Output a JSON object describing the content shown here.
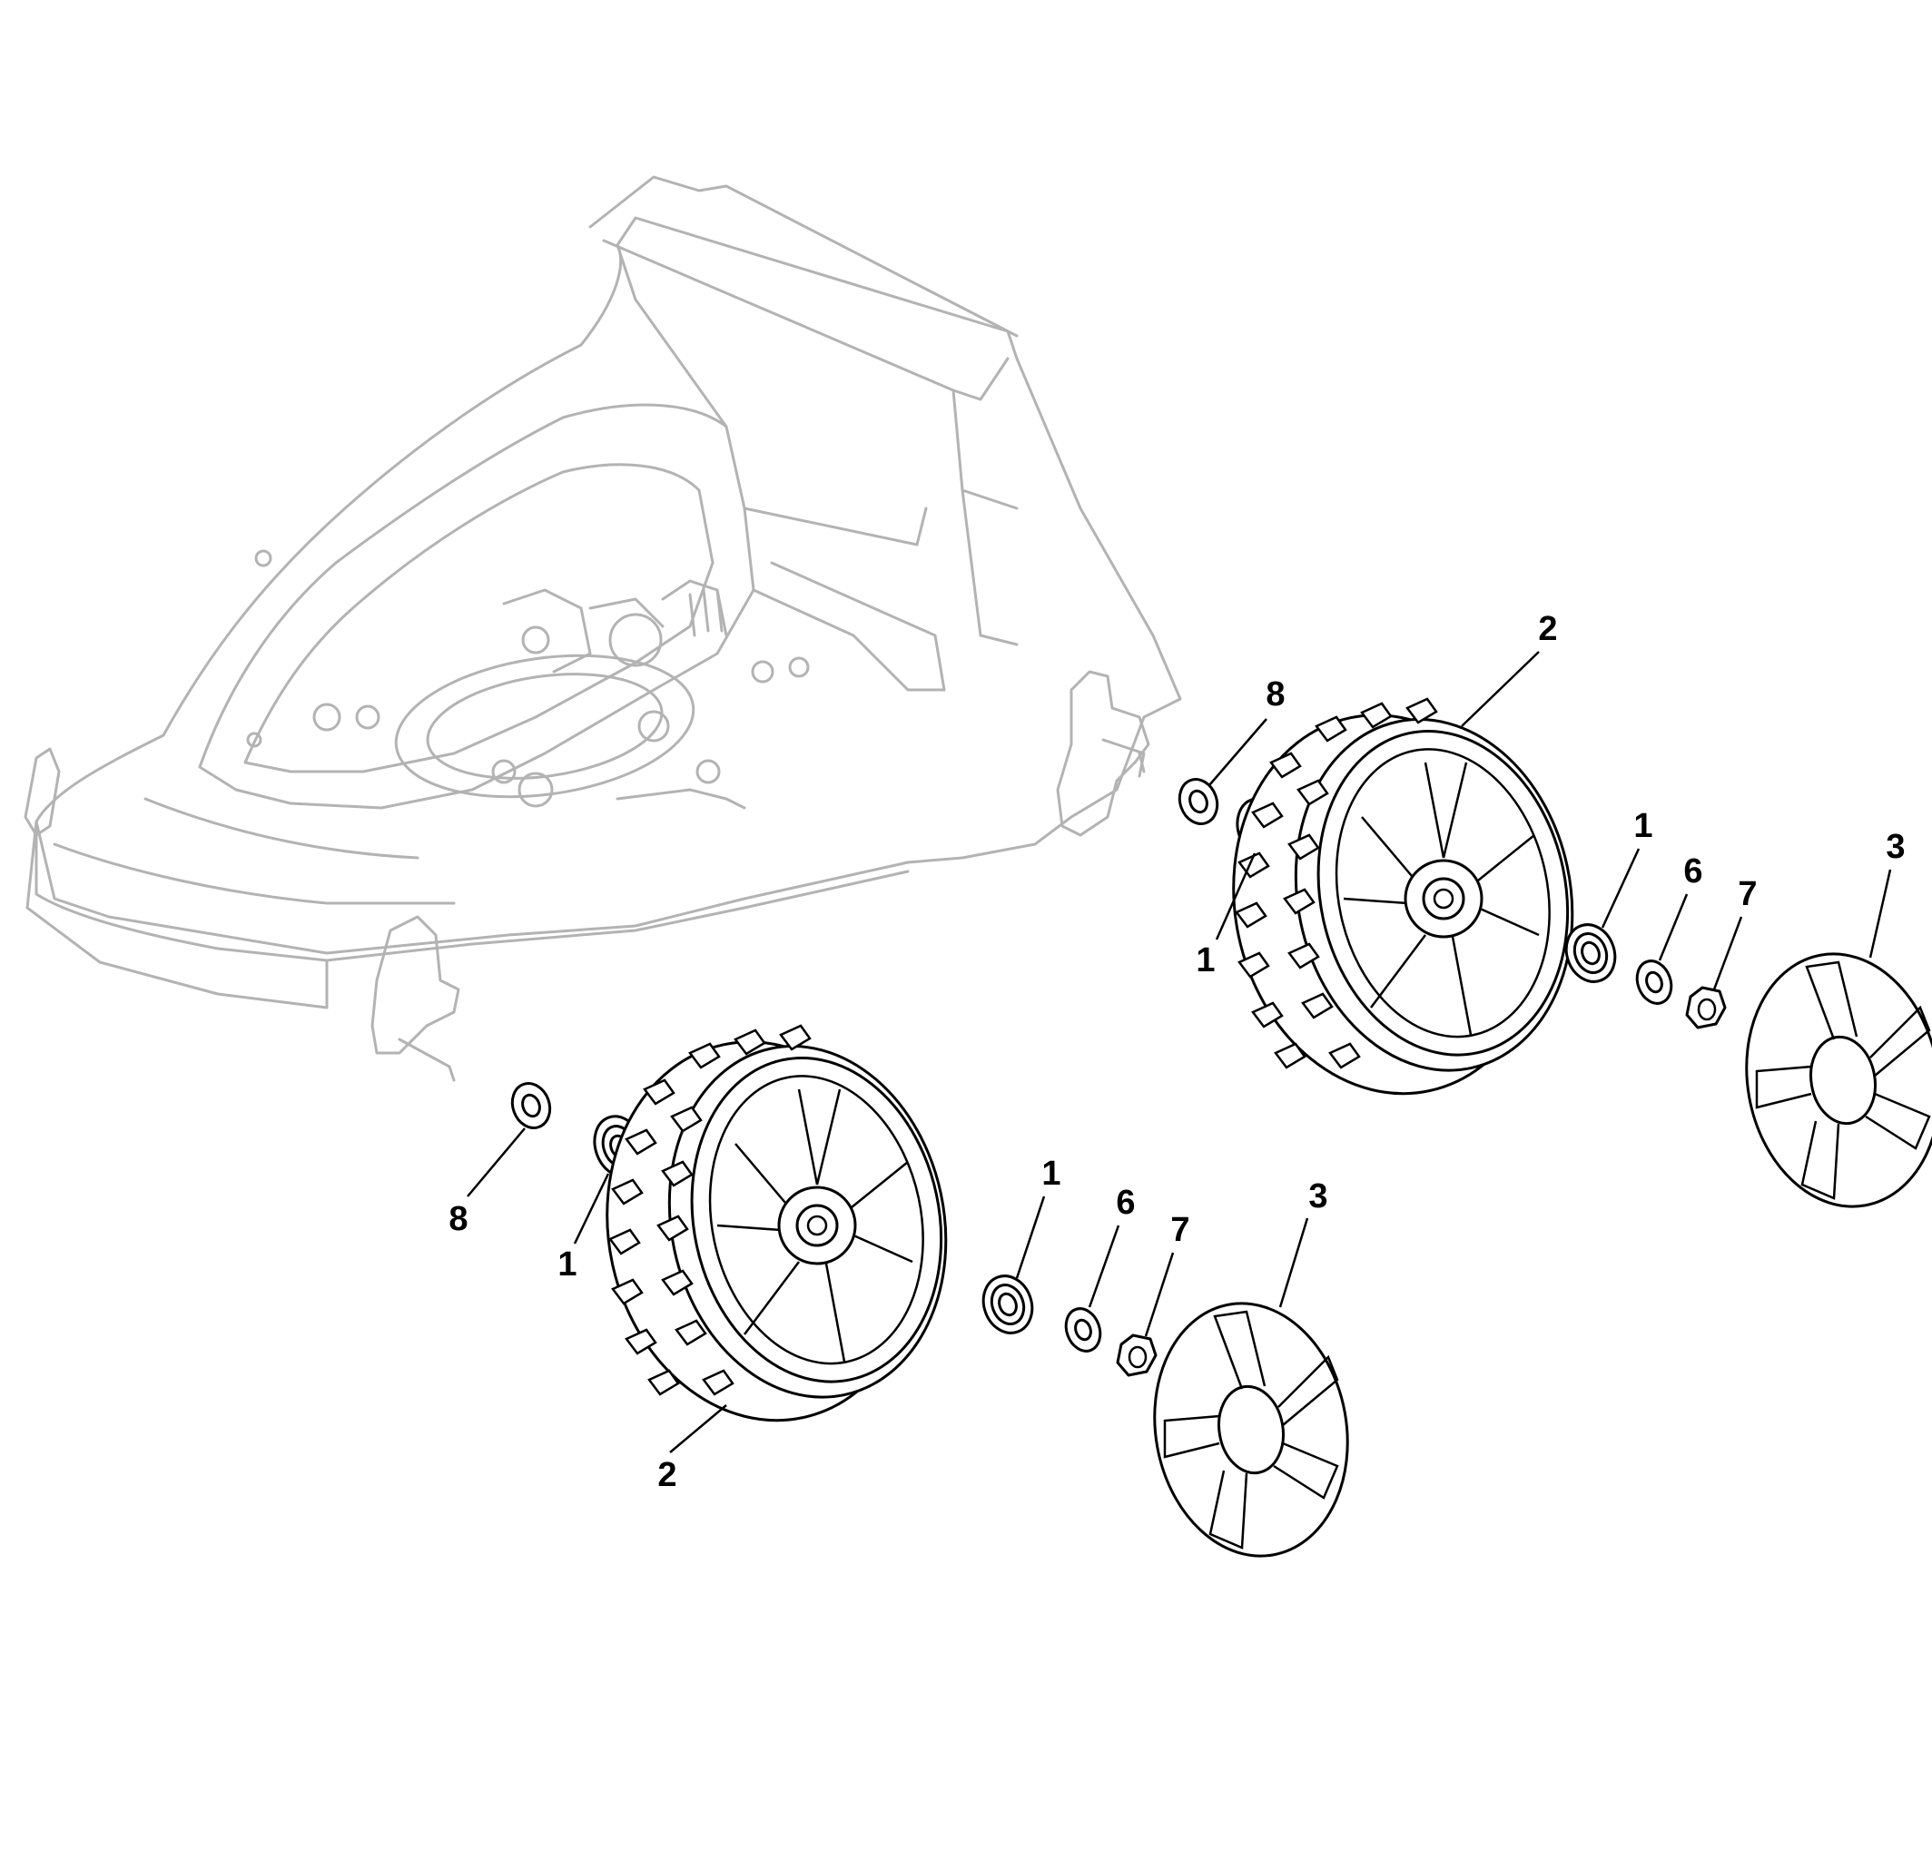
{
  "colors": {
    "deck_outline": "#b3b3b3",
    "part_outline": "#000000",
    "background": "#ffffff"
  },
  "callouts": {
    "rear_bearing_inner": "1",
    "rear_bearing_outer": "1",
    "rear_wheel": "2",
    "rear_hubcap": "3",
    "rear_washer": "6",
    "rear_nut": "7",
    "rear_spacer": "8",
    "front_bearing_inner": "1",
    "front_bearing_outer": "1",
    "front_wheel": "2",
    "front_hubcap": "3",
    "front_washer": "6",
    "front_nut": "7",
    "front_spacer": "8"
  }
}
